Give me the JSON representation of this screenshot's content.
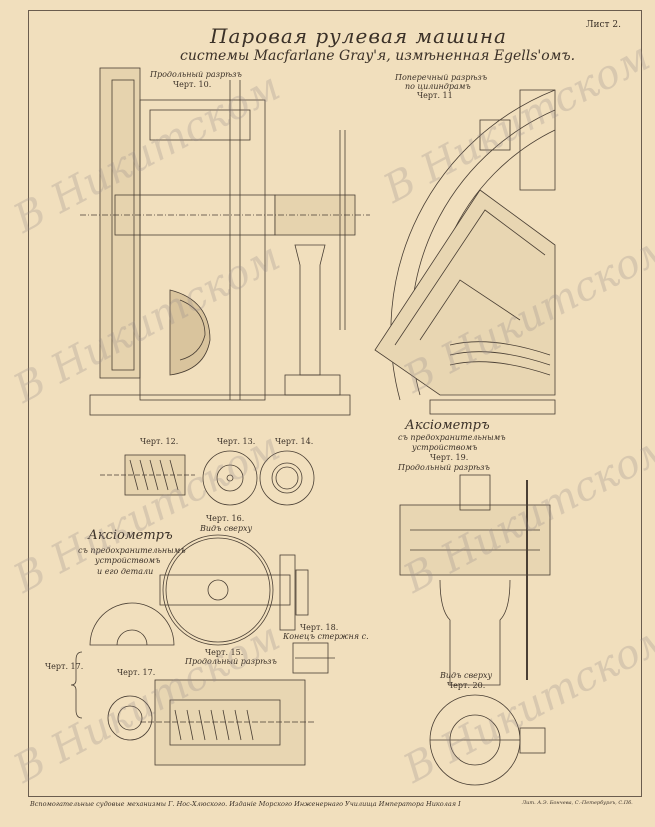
{
  "sheet_label": "Лист 2.",
  "title": "Паровая рулевая машина",
  "subtitle": "системы Macfarlane Gray'я, измѣненная Egells'омъ.",
  "figures": {
    "fig10": {
      "title": "Продольный разрѣзъ",
      "number": "Черт. 10."
    },
    "fig11": {
      "title": "Поперечный разрѣзъ",
      "subtitle": "по цилиндрамъ",
      "number": "Черт. 11"
    },
    "fig12": {
      "number": "Черт. 12."
    },
    "fig13": {
      "number": "Черт. 13."
    },
    "fig14": {
      "number": "Черт. 14."
    },
    "fig15": {
      "number": "Черт. 15.",
      "title": "Продольный разрѣзъ"
    },
    "fig16": {
      "number": "Черт. 16.",
      "title": "Видъ сверху"
    },
    "fig17": {
      "number": "Черт. 17.",
      "group_label": "Черт. 17."
    },
    "fig18": {
      "number": "Черт. 18.",
      "title": "Конецъ стержня с."
    },
    "fig19": {
      "number": "Черт. 19.",
      "title": "Продольный разрѣзъ"
    },
    "fig20": {
      "number": "Черт. 20.",
      "title": "Видъ сверху"
    }
  },
  "axiometer_left": {
    "title": "Аксіометръ",
    "line1": "съ предохранительнымъ",
    "line2": "устройствомъ",
    "line3": "и его детали"
  },
  "axiometer_right": {
    "title": "Аксіометръ",
    "line1": "съ предохранительнымъ",
    "line2": "устройствомъ"
  },
  "footer_left": "Вспомогательные судовые механизмы Г. Нос-Хлюского. Изданіе Морского Инженернаго Училища Императора Николая I",
  "footer_right": "Лит. А.Э. Бончева, С.-Петербургъ, С.Пб.",
  "watermark": "В Никитском",
  "colors": {
    "paper": "#f1dfbd",
    "ink": "#3b3128",
    "watermark": "#968c8c"
  }
}
